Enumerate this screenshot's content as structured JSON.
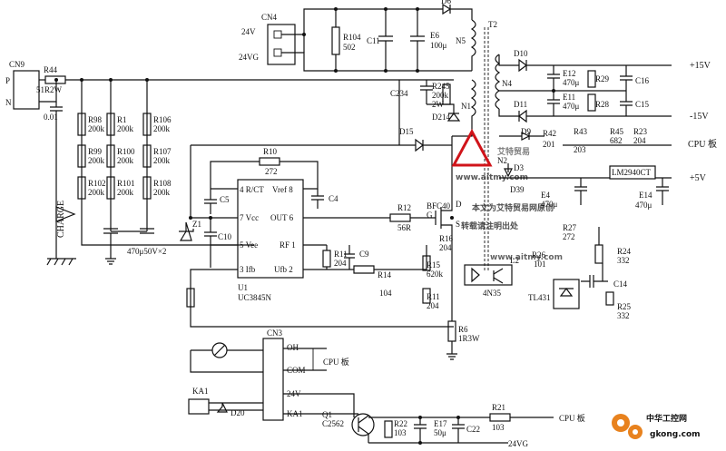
{
  "connectors": {
    "cn4": {
      "ref": "CN4",
      "pin1": "24V",
      "pin2": "24VG"
    },
    "cn9": {
      "ref": "CN9",
      "pin_p": "P",
      "pin_n": "N"
    },
    "cn3": {
      "ref": "CN3",
      "pins": [
        "OH",
        "COM",
        "24V",
        "KA1"
      ],
      "dest": "CPU 板"
    }
  },
  "input_section": {
    "r44": {
      "ref": "R44",
      "val": "51R2W"
    },
    "c_in": {
      "val": "0.01"
    },
    "charge_label": "CHARGE",
    "bulk_cap": {
      "val": "470μ50V×2"
    },
    "z1": "Z1"
  },
  "resistor_ladder": [
    {
      "ref": "R98",
      "val": "200k"
    },
    {
      "ref": "R99",
      "val": "200k"
    },
    {
      "ref": "R102",
      "val": "200k"
    },
    {
      "ref": "R1",
      "val": "200k"
    },
    {
      "ref": "R100",
      "val": "200k"
    },
    {
      "ref": "R101",
      "val": "200k"
    },
    {
      "ref": "R106",
      "val": "200k"
    },
    {
      "ref": "R107",
      "val": "200k"
    },
    {
      "ref": "R108",
      "val": "200k"
    }
  ],
  "controller": {
    "ref": "U1",
    "part": "UC3845N",
    "pins": {
      "p4": "4 R/CT",
      "p8": "Vref 8",
      "p7": "7 Vcc",
      "p6": "OUT 6",
      "p5": "5 Vee",
      "p1": "RF 1",
      "p3": "3 Ifb",
      "p2": "Ufb 2"
    },
    "r10": {
      "ref": "R10",
      "val": "272"
    },
    "c5": "C5",
    "c4": "C4",
    "c10": "C10",
    "r11": {
      "ref": "R11",
      "val": "204"
    },
    "c9": "C9"
  },
  "secondary_24v": {
    "r104": {
      "ref": "R104",
      "val": "502"
    },
    "c11": "C11",
    "e6": {
      "ref": "E6",
      "val": "100μ"
    },
    "d6": "D6",
    "n5": "N5",
    "t2": "T2"
  },
  "snubber": {
    "c234": "C234",
    "r245": {
      "ref": "R245",
      "val": "200k",
      "val2": "2W"
    },
    "n1": "N1",
    "d214": "D214",
    "d15": "D15"
  },
  "rails": {
    "d10": "D10",
    "d11": "D11",
    "n4": "N4",
    "e12": {
      "ref": "E12",
      "val": "470μ"
    },
    "e11": {
      "ref": "E11",
      "val": "470μ"
    },
    "r29": "R29",
    "r28": "R28",
    "c16": "C16",
    "c15": "C15",
    "plus15": "+15V",
    "minus15": "-15V"
  },
  "five_volt": {
    "r45": {
      "ref": "R45",
      "val": "682"
    },
    "r23": {
      "ref": "R23",
      "val": "204"
    },
    "r42": {
      "ref": "R42",
      "val": "201"
    },
    "r43": {
      "ref": "R43",
      "val": "203"
    },
    "d9": "D9",
    "d3": "D3",
    "d39": "D39",
    "n2": "N2",
    "e4": {
      "ref": "E4",
      "val": "470μ"
    },
    "e14": {
      "ref": "E14",
      "val": "470μ"
    },
    "reg": "LM2940CT",
    "plus5": "+5V",
    "cpu": "CPU 板"
  },
  "power_stage": {
    "mosfet": "BFC40",
    "g": "G",
    "d": "D",
    "s": "S",
    "r12": {
      "ref": "R12",
      "val": "56R"
    },
    "r16": {
      "ref": "R16",
      "val": "204"
    },
    "r15": {
      "ref": "R15",
      "val": "620k"
    },
    "r14": {
      "ref": "R14",
      "val": "104"
    },
    "r11b": {
      "ref": "R11",
      "val": "204"
    },
    "r6": {
      "ref": "R6",
      "val": "1R3W"
    }
  },
  "feedback": {
    "opto": "4N35",
    "r27": {
      "ref": "R27",
      "val": "272"
    },
    "r24": {
      "ref": "R24",
      "val": "332"
    },
    "r26": {
      "ref": "R26",
      "val": "101"
    },
    "r25": {
      "ref": "R25",
      "val": "332"
    },
    "tl431": "TL431",
    "c14": "C14",
    "l2": "L2"
  },
  "relay": {
    "ka1": "KA1",
    "d20": "D20",
    "q1": {
      "ref": "Q1",
      "part": "C2562"
    },
    "r22": {
      "ref": "R22",
      "val": "103"
    },
    "e17": {
      "ref": "E17",
      "val": "50μ"
    },
    "c22": "C22",
    "r21": {
      "ref": "R21",
      "val": "103"
    },
    "g24": "24VG",
    "cpu": "CPU 板"
  },
  "watermarks": {
    "site1": "www.aitmy.com",
    "notice": "本文为艾特贸易网原创",
    "reprint": "转载请注明出处",
    "site2": "www.aitmy.com",
    "brand_cn": "艾特贸易",
    "footer_cn": "中华工控网",
    "footer_url": "gkong.com"
  },
  "colors": {
    "ink": "#111111",
    "watermark_red": "#d0141a",
    "footer_orange": "#e8821e"
  }
}
